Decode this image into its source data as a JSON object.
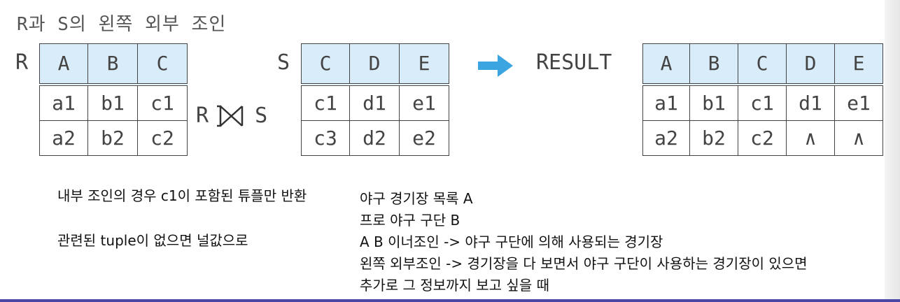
{
  "title": "R과 S의 왼쪽 외부 조인",
  "relation_r": {
    "label": "R",
    "headers": [
      "A",
      "B",
      "C"
    ],
    "rows": [
      [
        "a1",
        "b1",
        "c1"
      ],
      [
        "a2",
        "b2",
        "c2"
      ]
    ]
  },
  "relation_s": {
    "label": "S",
    "headers": [
      "C",
      "D",
      "E"
    ],
    "rows": [
      [
        "c1",
        "d1",
        "e1"
      ],
      [
        "c3",
        "d2",
        "e2"
      ]
    ]
  },
  "join": {
    "left": "R",
    "right": "S",
    "symbol": "left-outer-join-icon"
  },
  "arrow": {
    "icon": "right-arrow-icon",
    "color": "#3aa5e0"
  },
  "result": {
    "label": "RESULT",
    "headers": [
      "A",
      "B",
      "C",
      "D",
      "E"
    ],
    "rows": [
      [
        "a1",
        "b1",
        "c1",
        "d1",
        "e1"
      ],
      [
        "a2",
        "b2",
        "c2",
        "∧",
        "∧"
      ]
    ]
  },
  "notes_left": [
    "내부 조인의 경우 c1이 포함된 튜플만 반환",
    "관련된 tuple이 없으면 널값으로"
  ],
  "notes_right": [
    "야구 경기장 목록 A",
    "프로 야구 구단 B",
    "A B 이너조인 -> 야구 구단에 의해 사용되는 경기장",
    "왼쪽 외부조인 -> 경기장을 다 보면서 야구 구단이 사용하는 경기장이 있으면",
    "추가로 그 정보까지 보고 싶을 때"
  ],
  "colors": {
    "header_bg": "#d9ecf9",
    "accent_bar": "#4a47a8"
  }
}
